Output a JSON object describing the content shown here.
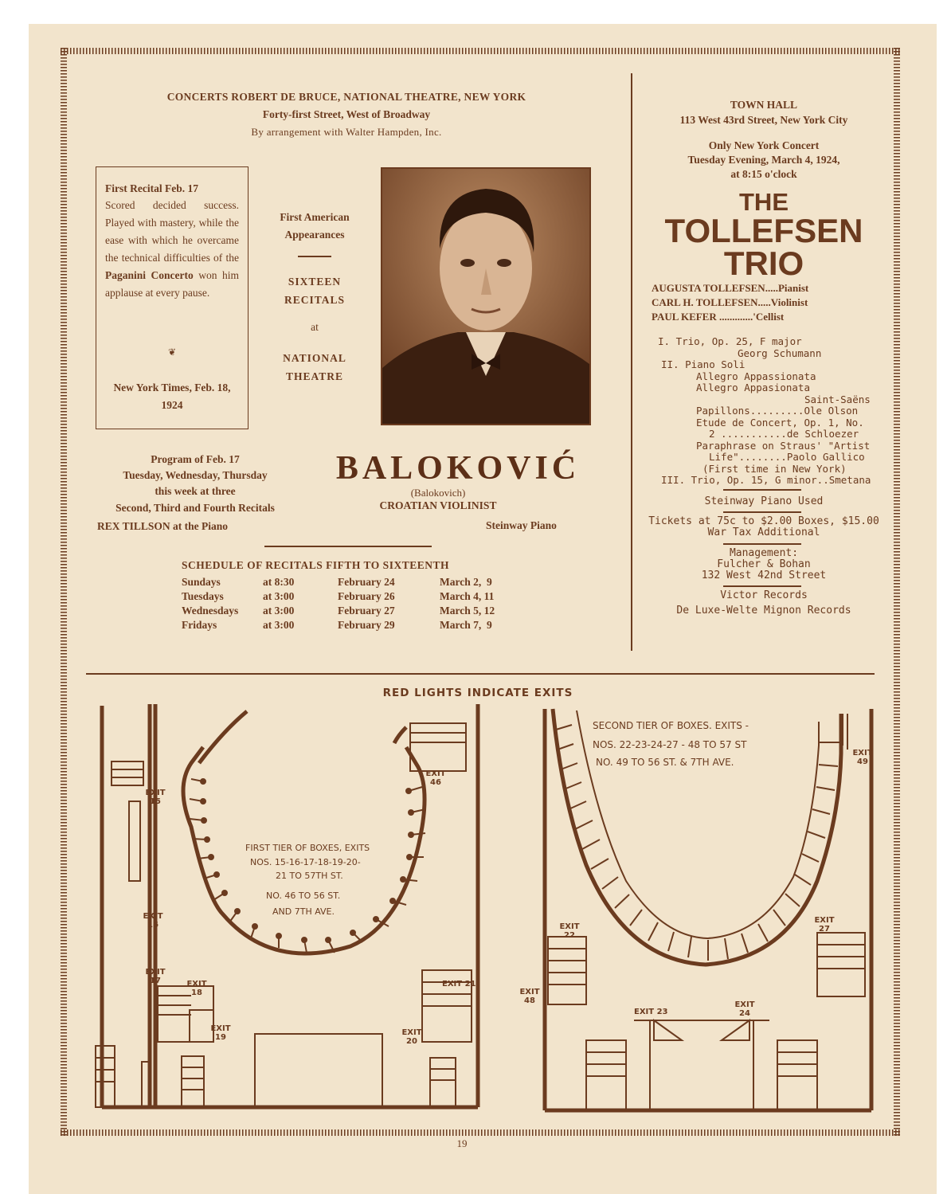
{
  "left_ad": {
    "header_line1": "CONCERTS ROBERT DE BRUCE, NATIONAL THEATRE, NEW YORK",
    "header_line2": "Forty-first Street, West of Broadway",
    "header_line3": "By arrangement with Walter Hampden, Inc.",
    "review_title": "First Recital Feb. 17",
    "review_body": "Scored decided success. Played with mastery, while the ease with which he overcame the technical difficulties of the",
    "review_bold": "Paganini Concerto",
    "review_end": "won him applause at every pause.",
    "review_ornament": "❦",
    "review_source": "New York Times, Feb. 18, 1924",
    "appear_1": "First American Appearances",
    "appear_2": "SIXTEEN RECITALS",
    "appear_3": "at",
    "appear_4": "NATIONAL THEATRE",
    "program_line1": "Program of Feb. 17",
    "program_line2": "Tuesday, Wednesday, Thursday",
    "program_line3": "this week at three",
    "program_line4": "Second, Third and Fourth Recitals",
    "program_line5": "REX TILLSON at the Piano",
    "artist_name": "BALOKOVIĆ",
    "artist_alt": "(Balokovich)",
    "artist_desc": "CROATIAN VIOLINIST",
    "piano_note": "Steinway Piano",
    "schedule_title": "SCHEDULE OF RECITALS FIFTH TO SIXTEENTH",
    "schedule": [
      {
        "day": "Sundays",
        "time": "at 8:30",
        "feb": "February 24",
        "mar": "March 2,  9"
      },
      {
        "day": "Tuesdays",
        "time": "at 3:00",
        "feb": "February 26",
        "mar": "March 4, 11"
      },
      {
        "day": "Wednesdays",
        "time": "at 3:00",
        "feb": "February 27",
        "mar": "March 5, 12"
      },
      {
        "day": "Fridays",
        "time": "at 3:00",
        "feb": "February 29",
        "mar": "March 7,  9"
      }
    ]
  },
  "right_ad": {
    "venue": "TOWN HALL",
    "address": "113 West 43rd Street, New York City",
    "concert_1": "Only New York Concert",
    "concert_2": "Tuesday Evening, March 4, 1924,",
    "concert_3": "at 8:15 o'clock",
    "title_1": "THE",
    "title_2": "TOLLEFSEN",
    "title_3": "TRIO",
    "members": [
      {
        "name": "AUGUSTA TOLLEFSEN",
        "dots": ".....",
        "role": "Pianist"
      },
      {
        "name": "CARL H. TOLLEFSEN",
        "dots": ".....",
        "role": "Violinist"
      },
      {
        "name": "PAUL KEFER",
        "dots": " .............",
        "role": "'Cellist"
      }
    ],
    "program": [
      "I. Trio, Op. 25, F major",
      "Georg Schumann",
      "II. Piano Soli",
      "Allegro Appassionata",
      "Allegro Appasionata",
      "Saint-Saëns",
      "Papillons.........Ole Olson",
      "Etude de Concert, Op. 1, No.",
      "2 ...........de Schloezer",
      "Paraphrase on Straus' \"Artist",
      "Life\"........Paolo Gallico",
      "(First time in New York)",
      "III. Trio, Op. 15, G minor..Smetana"
    ],
    "piano": "Steinway Piano Used",
    "tickets_1": "Tickets at 75c to $2.00 Boxes, $15.00",
    "tickets_2": "War Tax Additional",
    "management_1": "Management:",
    "management_2": "Fulcher & Bohan",
    "management_3": "132 West 42nd Street",
    "records_1": "Victor Records",
    "records_2": "De Luxe-Welte Mignon Records"
  },
  "floorplan": {
    "title": "RED LIGHTS INDICATE EXITS",
    "first_tier_1": "FIRST TIER OF BOXES, EXITS",
    "first_tier_2": "NOS. 15-16-17-18-19-20-",
    "first_tier_3": "21 TO 57TH ST.",
    "first_tier_4": "NO. 46 TO 56 ST.",
    "first_tier_5": "AND 7TH AVE.",
    "second_tier_1": "SECOND TIER OF BOXES. EXITS -",
    "second_tier_2": "NOS. 22-23-24-27 - 48 TO 57 ST",
    "second_tier_3": "NO. 49 TO 56 ST. & 7TH AVE.",
    "exits": [
      "EXIT 15",
      "EXIT 16",
      "EXIT 17",
      "EXIT 18",
      "EXIT 19",
      "EXIT 20",
      "EXIT 21",
      "EXIT 46",
      "EXIT 48",
      "EXIT 49",
      "EXIT 22",
      "EXIT 23",
      "EXIT 24",
      "EXIT 27"
    ]
  },
  "page_number": "19"
}
